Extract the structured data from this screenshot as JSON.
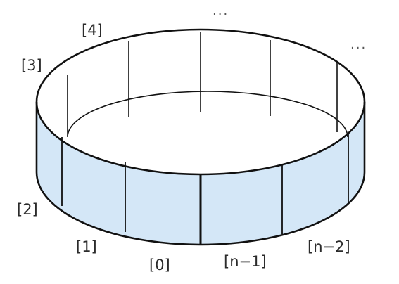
{
  "diagram": {
    "labels": {
      "i0": "[0]",
      "i1": "[1]",
      "i2": "[2]",
      "i3": "[3]",
      "i4": "[4]",
      "n1": "[n−1]",
      "n2": "[n−2]",
      "ellipsis_top": "···",
      "ellipsis_right": "···"
    },
    "colors": {
      "front_fill": "#d4e7f7",
      "stroke": "#111111"
    }
  }
}
